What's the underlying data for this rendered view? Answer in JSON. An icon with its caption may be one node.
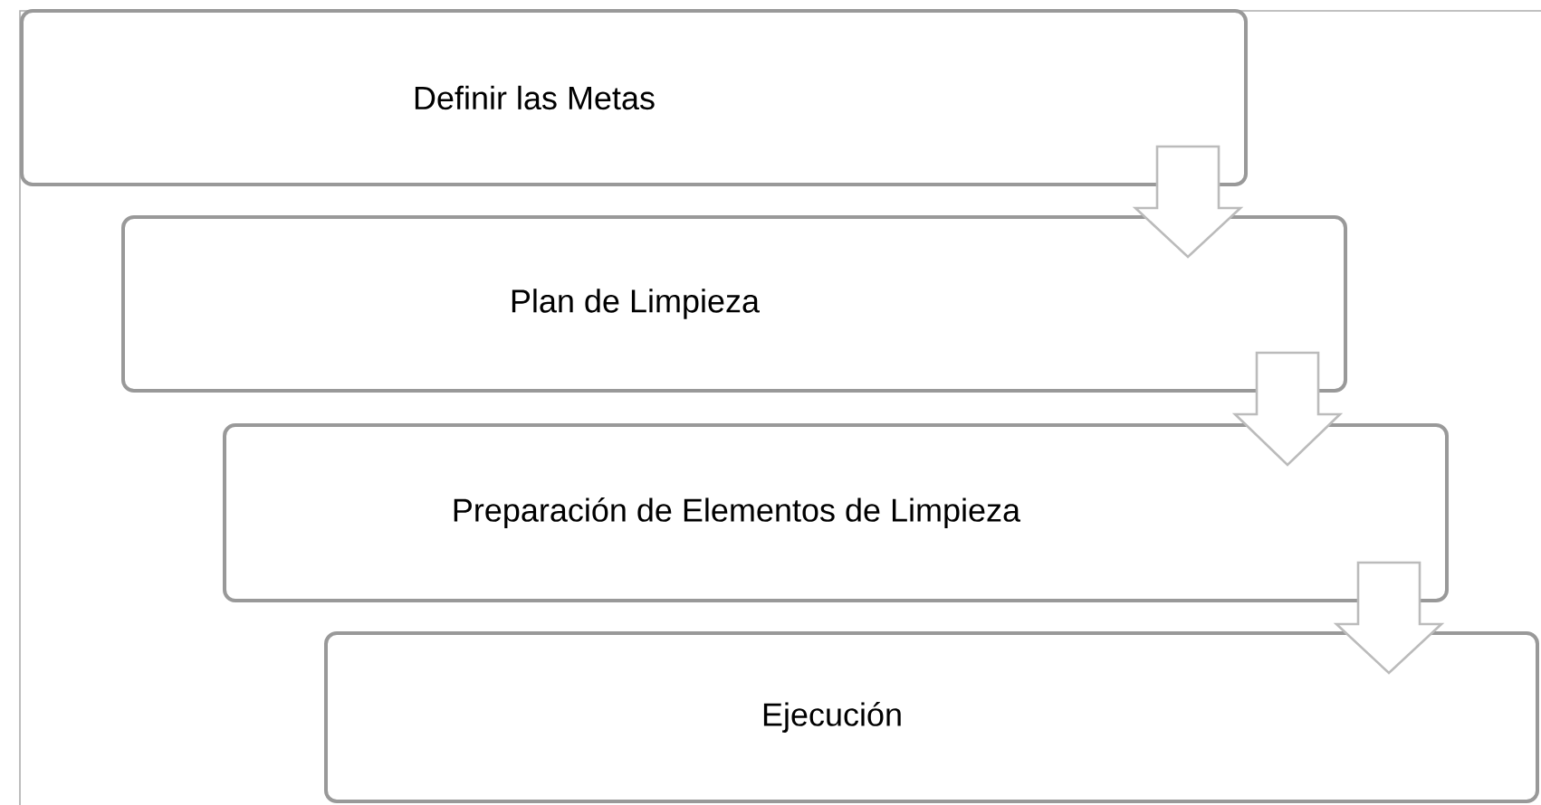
{
  "diagram": {
    "nodes": [
      {
        "text": [
          "Definir las Metas"
        ]
      },
      {
        "text": [
          "Plan de Limpieza"
        ]
      },
      {
        "text": [
          "Preparación de Elementos de Limpieza"
        ]
      },
      {
        "text": [
          "Ejecución"
        ]
      }
    ],
    "edges": [
      {
        "from": 0,
        "to": 1,
        "arrow": "to"
      },
      {
        "from": 1,
        "to": 2,
        "arrow": "to"
      },
      {
        "from": 2,
        "to": 3,
        "arrow": "to"
      }
    ]
  }
}
